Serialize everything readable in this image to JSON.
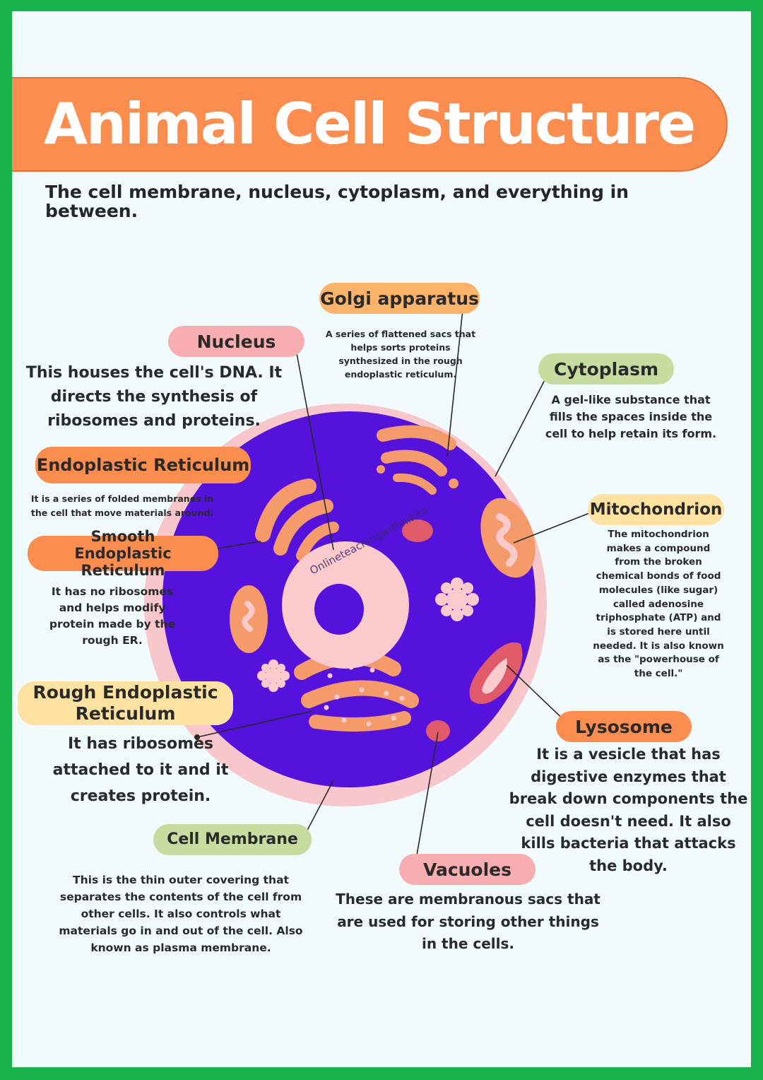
{
  "title": "Animal Cell Structure",
  "subtitle": "The cell membrane, nucleus, cytoplasm, and everything in between.",
  "watermark": "Onlineteachingwithnikita",
  "colors": {
    "page_border": "#17b34a",
    "page_background": "#f1fbfc",
    "title_bar": "#fb8d4e",
    "cytoplasm": "#5412dc",
    "membrane": "#f8c7cb",
    "organelle": "#f59a6a",
    "nucleus": "#fbcacd"
  },
  "labels": {
    "golgi": {
      "name": "Golgi apparatus",
      "desc": "A series of flattened sacs that helps sorts proteins synthesized in the rough endoplastic reticulum.",
      "color": "#fbb36a"
    },
    "nucleus": {
      "name": "Nucleus",
      "desc": "This houses the cell's DNA. It directs the synthesis of ribosomes and proteins.",
      "color": "#f8aeb0"
    },
    "cytoplasm": {
      "name": "Cytoplasm",
      "desc": "A gel-like substance that fills the spaces inside the cell to help retain its form.",
      "color": "#c6dd9f"
    },
    "er": {
      "name": "Endoplastic Reticulum",
      "desc": "It is a series of folded membranes in the cell that move materials around.",
      "color": "#fb8d4e"
    },
    "mitochondrion": {
      "name": "Mitochondrion",
      "desc": "The mitochondrion makes a compound from the broken chemical bonds of food molecules (like sugar) called adenosine triphosphate (ATP) and is stored here until needed. It is also known as the \"powerhouse of the cell.\"",
      "color": "#fde2a2"
    },
    "smooth_er": {
      "name": "Smooth Endoplastic Reticulum",
      "desc": "It has no ribosomes and helps modify protein made by the rough ER.",
      "color": "#fb8d4e"
    },
    "rough_er": {
      "name": "Rough Endoplastic Reticulum",
      "desc": "It has ribosomes attached to it and it creates protein.",
      "color": "#fde2a2"
    },
    "lysosome": {
      "name": "Lysosome",
      "desc": "It is a vesicle that has digestive enzymes that break down components the cell doesn't need. It also kills bacteria that attacks the body.",
      "color": "#fb8d4e"
    },
    "membrane": {
      "name": "Cell Membrane",
      "desc": "This is the thin outer covering that separates the contents of the cell from other cells. It also controls what materials go in and out of the cell. Also known as plasma membrane.",
      "color": "#c6dd9f"
    },
    "vacuoles": {
      "name": "Vacuoles",
      "desc": "These are membranous sacs that are used for storing other things in the cells.",
      "color": "#f8aeb0"
    }
  }
}
